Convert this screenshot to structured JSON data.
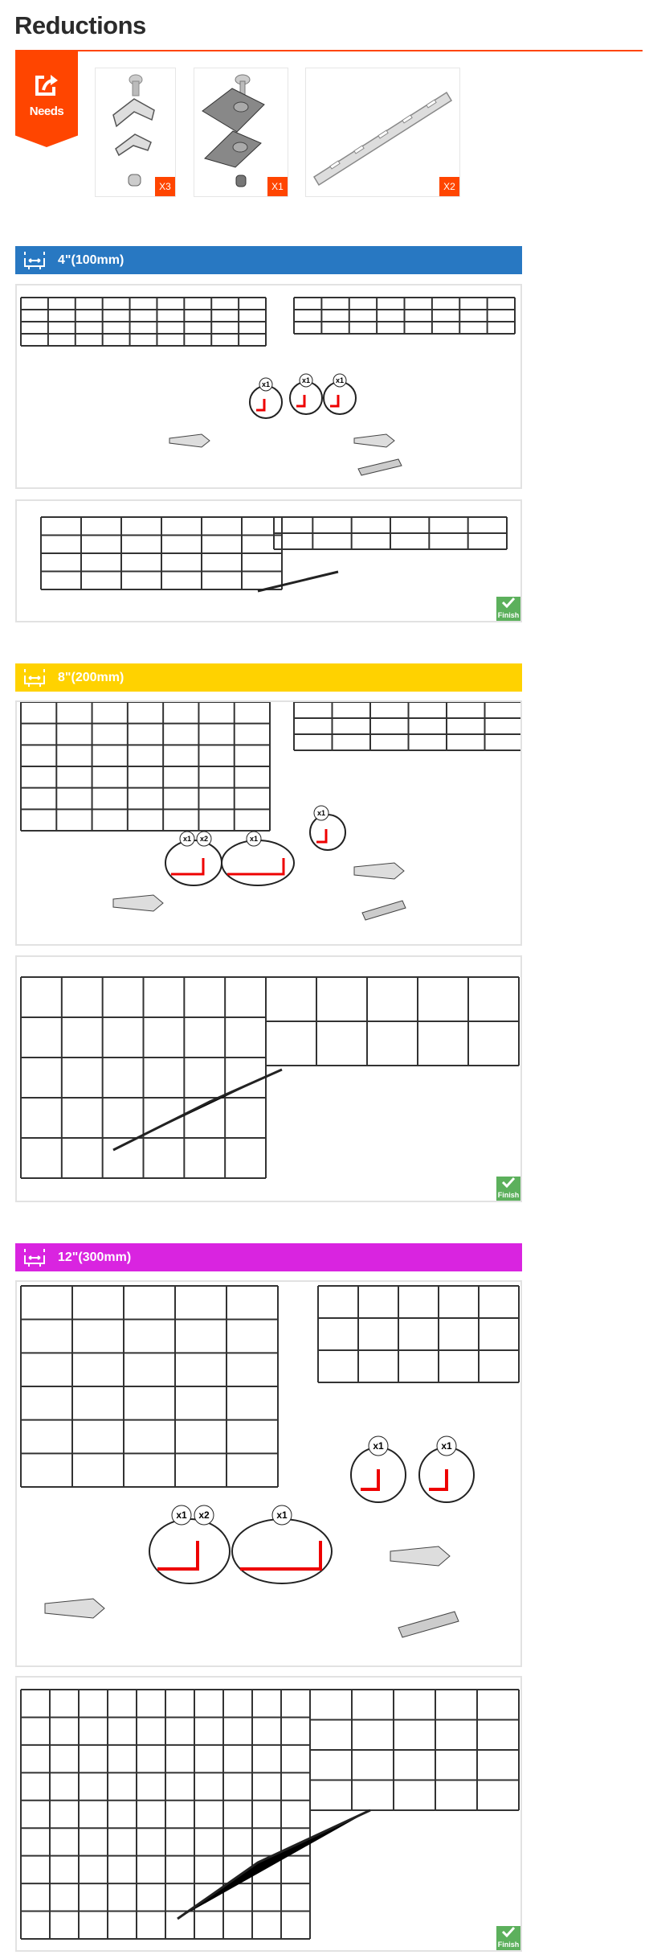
{
  "page": {
    "title": "Reductions"
  },
  "needs": {
    "label": "Needs",
    "icon": "external-link-icon",
    "color": "#ff4500",
    "items": [
      {
        "name": "bolt-clip-set",
        "qty": "X3"
      },
      {
        "name": "splice-plate-bolt",
        "qty": "X1"
      },
      {
        "name": "slotted-strap",
        "qty": "X2"
      }
    ]
  },
  "sections": [
    {
      "label": "4\"(100mm)",
      "color": "#2878c2",
      "callouts": [
        "x1",
        "x1",
        "x1"
      ],
      "finish": "Finish"
    },
    {
      "label": "8\"(200mm)",
      "color": "#ffd200",
      "callouts": [
        "x1",
        "x2",
        "x1",
        "x1"
      ],
      "finish": "Finish"
    },
    {
      "label": "12\"(300mm)",
      "color": "#d924e0",
      "callouts": [
        "x1",
        "x2",
        "x1",
        "x1",
        "x1"
      ],
      "finish": "Finish"
    }
  ]
}
